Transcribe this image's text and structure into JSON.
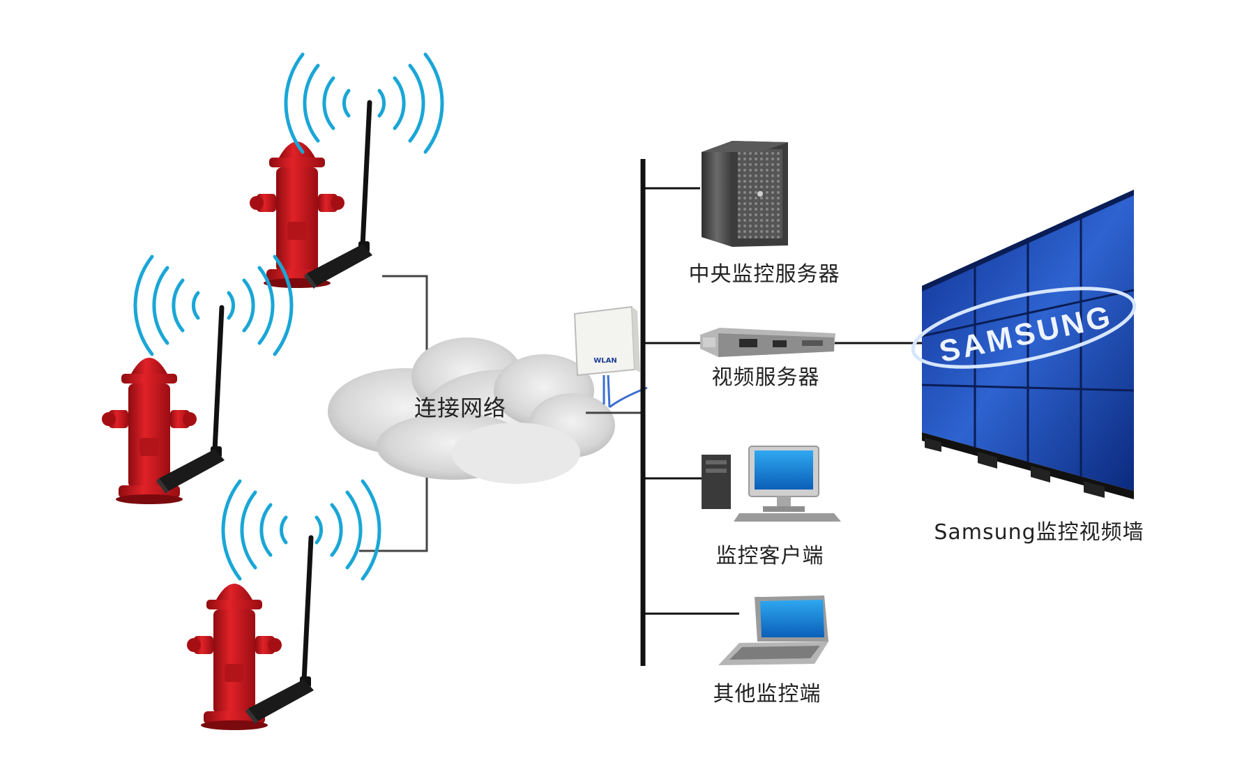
{
  "network": {
    "cloud_label": "连接网络"
  },
  "devices": {
    "central_server": "中央监控服务器",
    "video_server": "视频服务器",
    "monitor_client": "监控客户端",
    "other_terminal": "其他监控端"
  },
  "video_wall": {
    "label": "Samsung监控视频墙",
    "brand": "SAMSUNG"
  },
  "ap_badge": "WLAN",
  "colors": {
    "hydrant_red": "#c8171d",
    "signal_cyan": "#1aa6d6",
    "screen_blue": "#1f4fb8",
    "line_dark": "#222222"
  }
}
